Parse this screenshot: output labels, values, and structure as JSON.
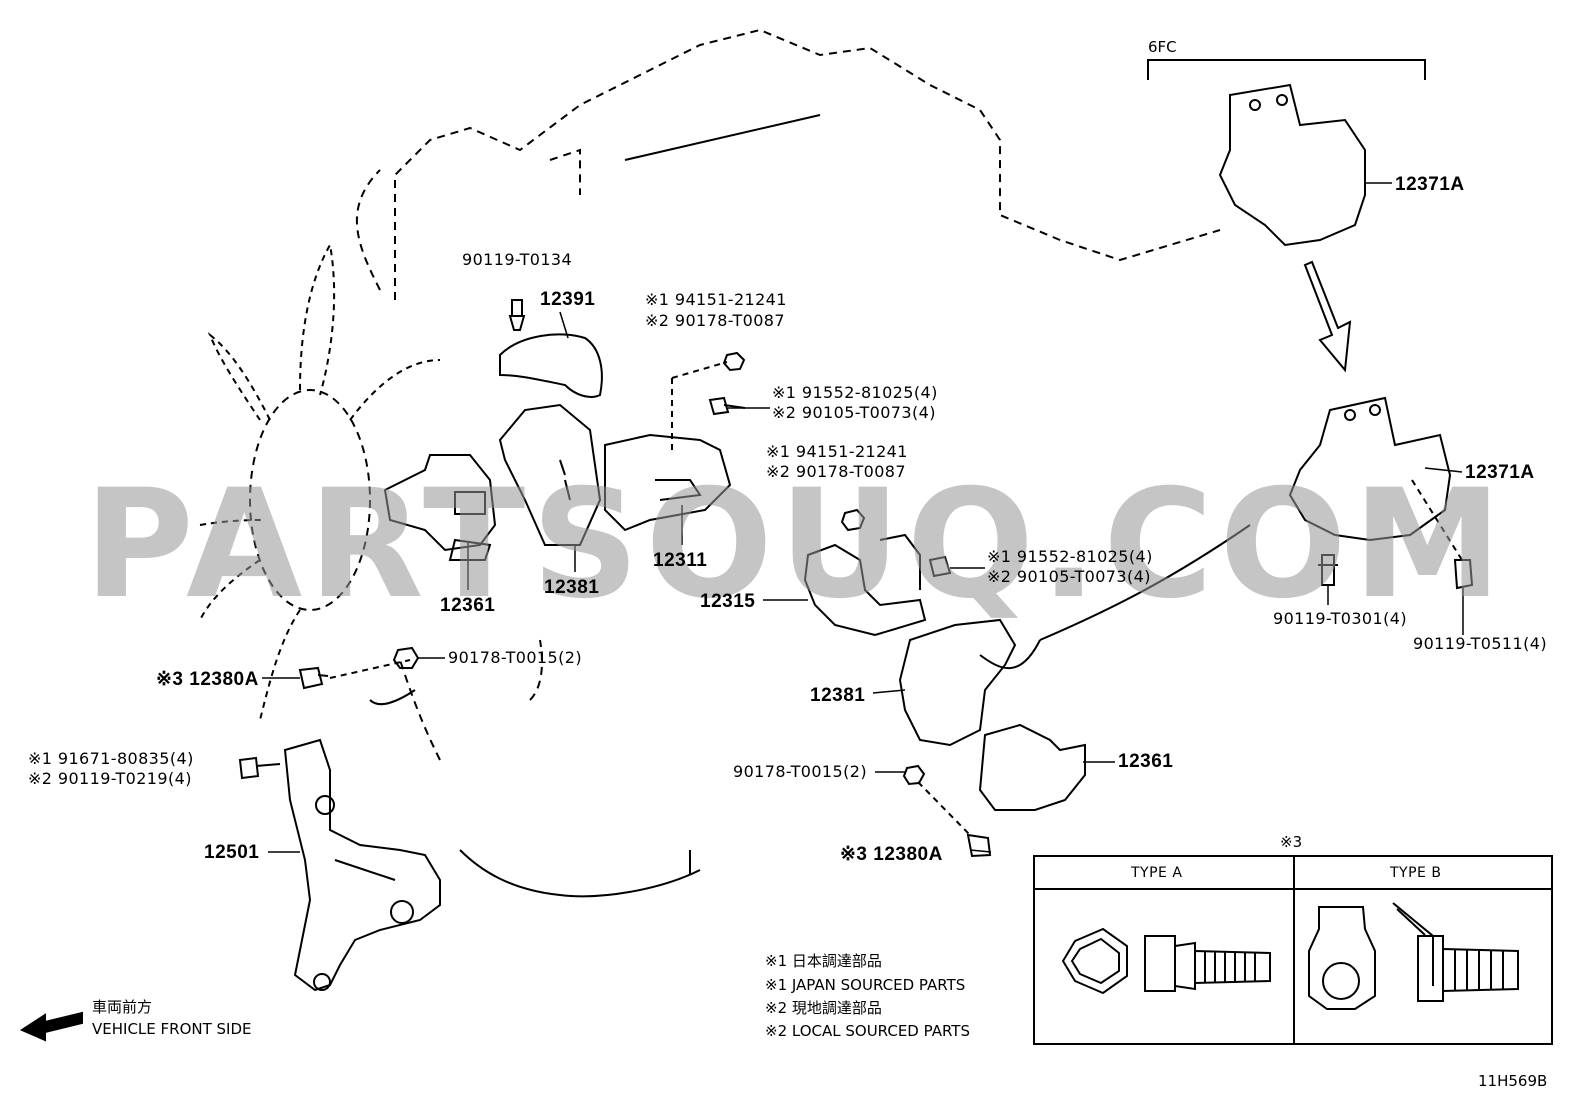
{
  "watermark": "PARTSOUQ.COM",
  "variant_label": "6FC",
  "diagram_code": "11H569B",
  "direction_note": {
    "jp": "車両前方",
    "en": "VEHICLE FRONT SIDE"
  },
  "legend": {
    "line1": "※1 日本調達部品",
    "line2": "※1 JAPAN SOURCED PARTS",
    "line3": "※2 現地調達部品",
    "line4": "※2 LOCAL SOURCED PARTS"
  },
  "type_table": {
    "title": "※3",
    "type_a": "TYPE A",
    "type_b": "TYPE B"
  },
  "callouts": {
    "p90119_T0134": "90119-T0134",
    "p12391": "12391",
    "p94151_a": "※1 94151-21241",
    "p90178_T0087_a": "※2 90178-T0087",
    "p91552_a": "※1  91552-81025(4)",
    "p90105_a": "※2  90105-T0073(4)",
    "p94151_b": "※1 94151-21241",
    "p90178_T0087_b": "※2 90178-T0087",
    "p91552_b": "※1  91552-81025(4)",
    "p90105_b": "※2  90105-T0073(4)",
    "p12361_left": "12361",
    "p12381_left": "12381",
    "p12311": "12311",
    "p12315": "12315",
    "p12381_right": "12381",
    "p12361_right": "12361",
    "p90178_T0015_a": "90178-T0015(2)",
    "p90178_T0015_b": "90178-T0015(2)",
    "p12380A_left": "※3 12380A",
    "p12380A_right": "※3 12380A",
    "p91671": "※1  91671-80835(4)",
    "p90119_T0219": "※2  90119-T0219(4)",
    "p12501": "12501",
    "p12371A_top": "12371A",
    "p12371A_mid": "12371A",
    "p90119_T0301": "90119-T0301(4)",
    "p90119_T0511": "90119-T0511(4)"
  }
}
